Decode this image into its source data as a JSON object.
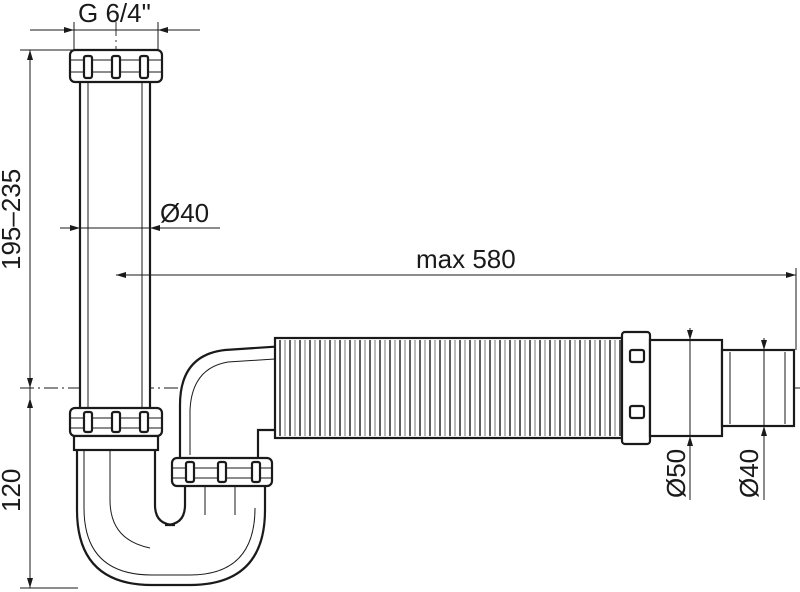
{
  "dimensions": {
    "thread_label": "G 6/4\"",
    "tube_diameter_label": "Ø40",
    "height_upper_label": "195–235",
    "height_lower_label": "120",
    "max_length_label": "max 580",
    "outlet_outer_label": "Ø50",
    "outlet_inner_label": "Ø40"
  }
}
